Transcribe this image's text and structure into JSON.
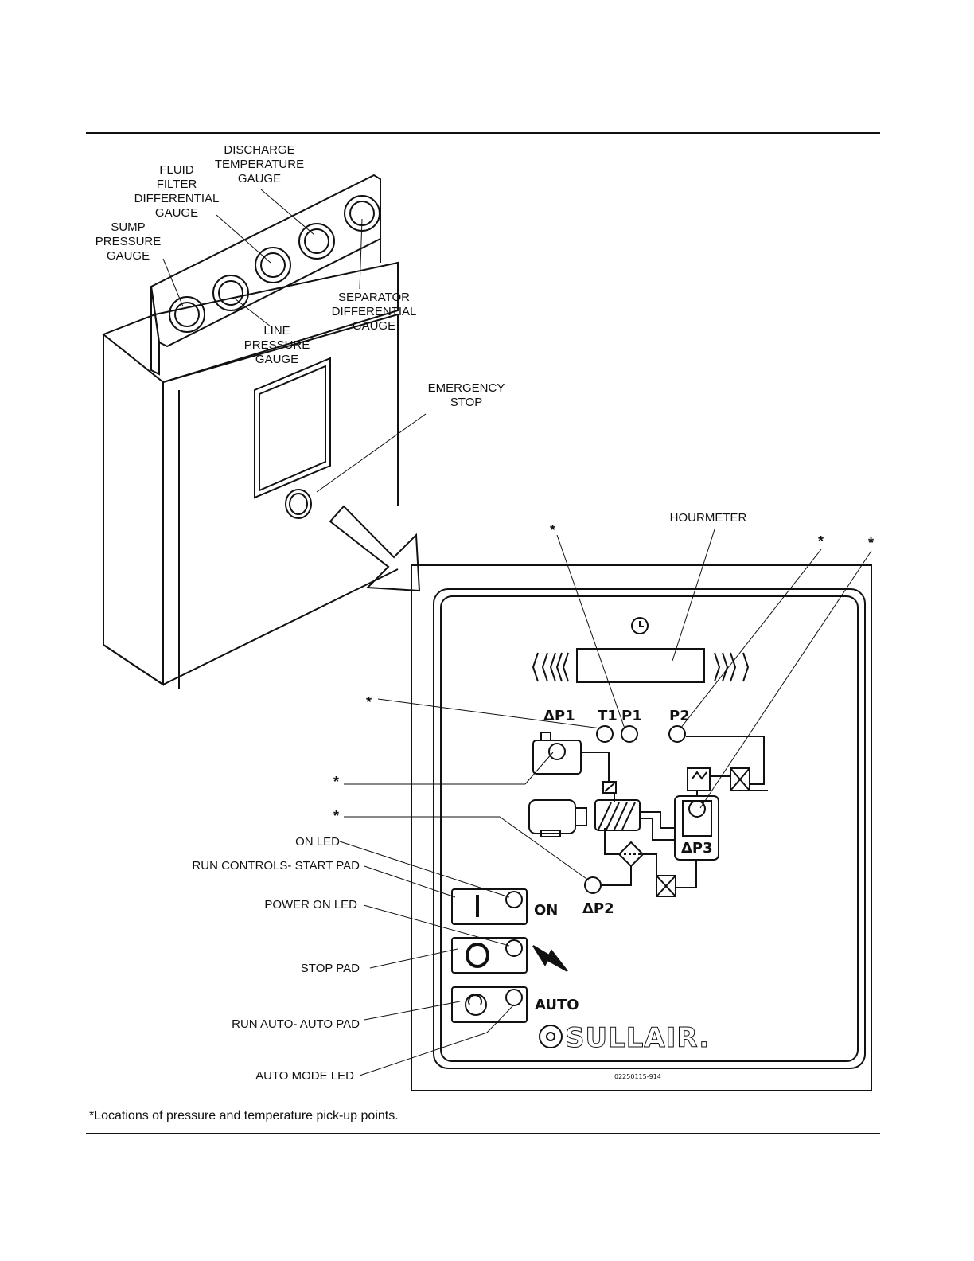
{
  "labels": {
    "discharge_temp": "DISCHARGE\nTEMPERATURE\nGAUGE",
    "fluid_filter": "FLUID\nFILTER\nDIFFERENTIAL\nGAUGE",
    "sump_pressure": "SUMP\nPRESSURE\nGAUGE",
    "separator_diff": "SEPARATOR\nDIFFERENTIAL\nGAUGE",
    "line_pressure": "LINE\nPRESSURE\nGAUGE",
    "emergency_stop": "EMERGENCY\nSTOP",
    "hourmeter": "HOURMETER",
    "on_led": "ON LED",
    "run_controls": "RUN CONTROLS- START PAD",
    "power_on_led": "POWER ON LED",
    "stop_pad": "STOP PAD",
    "run_auto": "RUN AUTO- AUTO PAD",
    "auto_mode_led": "AUTO MODE LED"
  },
  "panel": {
    "dp1": "ΔP1",
    "t1": "T1",
    "p1": "P1",
    "p2": "P2",
    "dp3": "ΔP3",
    "dp2": "ΔP2",
    "on": "ON",
    "auto": "AUTO",
    "brand": "SULLAIR.",
    "part_number": "02250115-914"
  },
  "asterisk": "*",
  "footnote": "*Locations of pressure and temperature pick-up points."
}
